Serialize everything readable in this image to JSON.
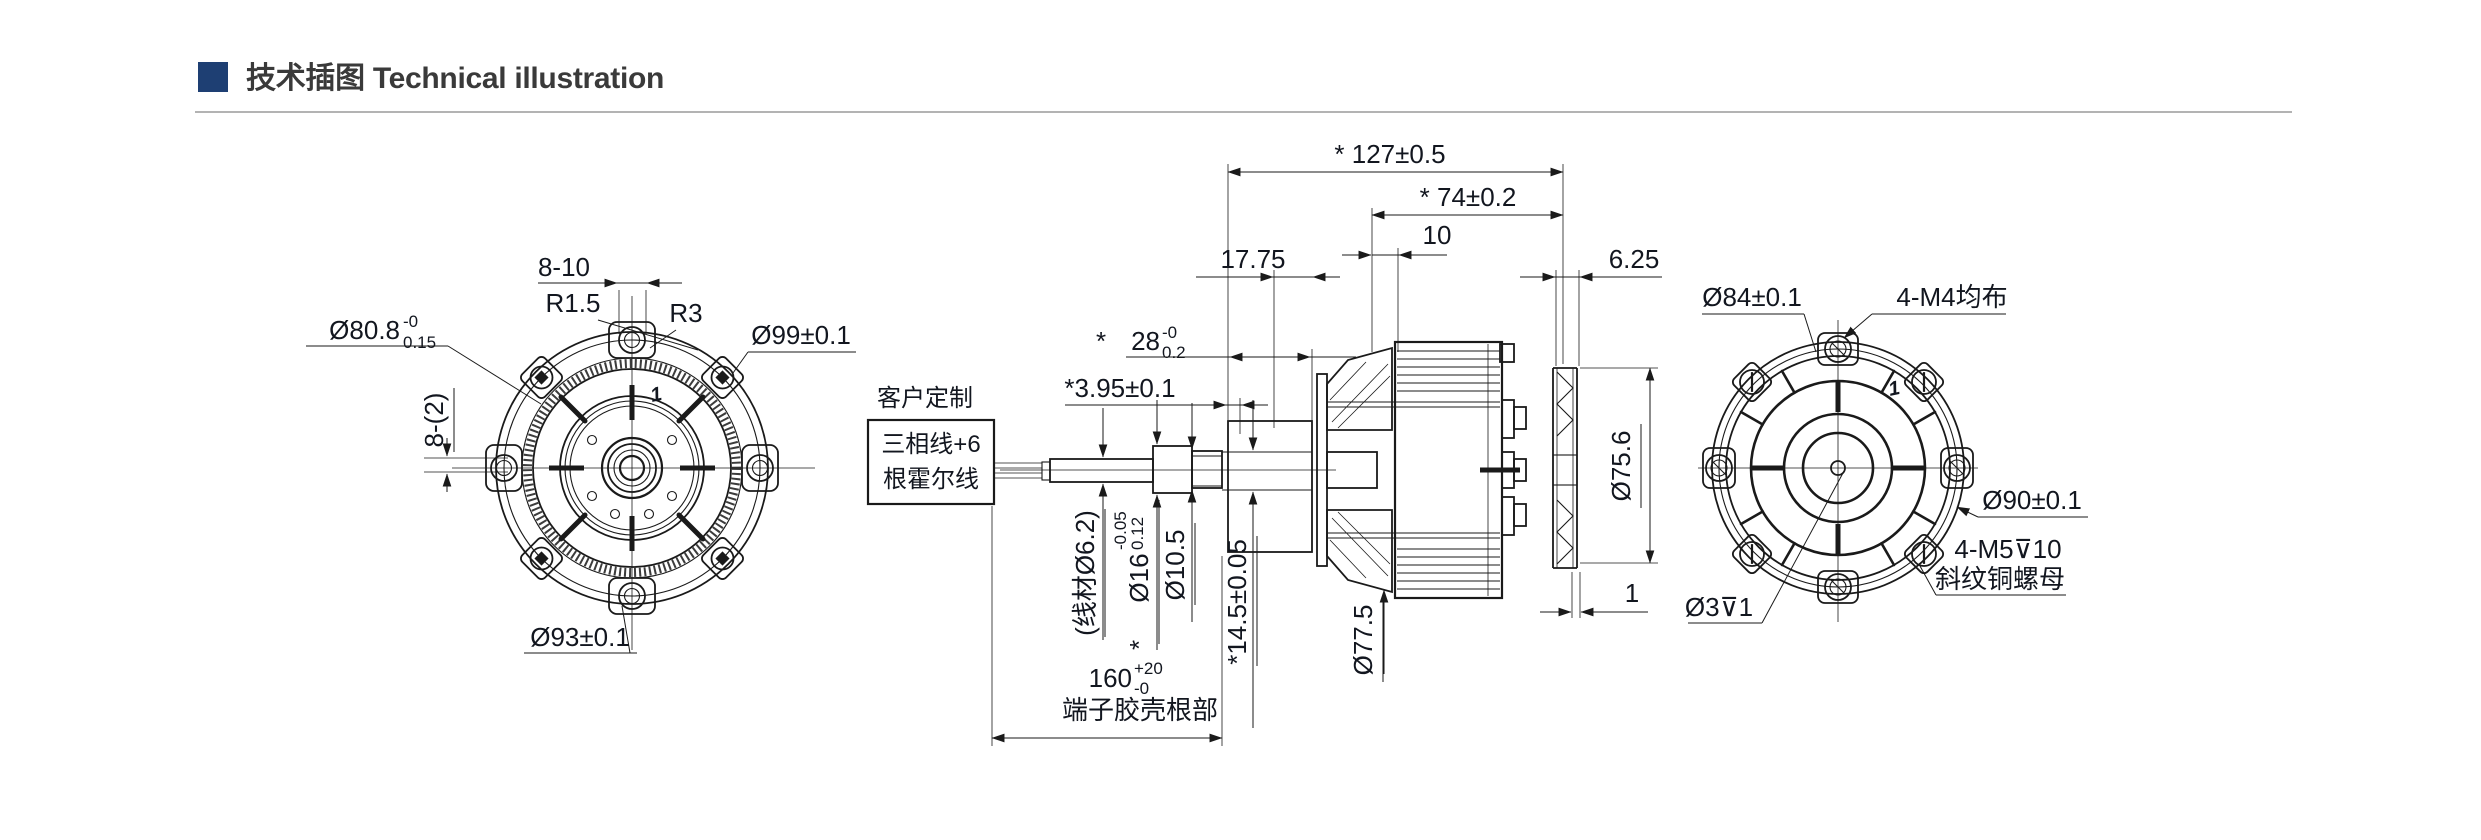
{
  "header": {
    "title": "技术插图 Technical illustration"
  },
  "colors": {
    "accent": "#1e3f73",
    "line": "#1a1a1a",
    "divider": "#9a9a9a"
  },
  "left_view": {
    "dim_8_10": "8-10",
    "dim_r1_5": "R1.5",
    "dim_r3": "R3",
    "dim_d99": "Ø99±0.1",
    "dim_d80_8": {
      "main": "Ø80.8",
      "sup": "-0",
      "sub": "0.15"
    },
    "dim_8_2": "8-(2)",
    "dim_d93": "Ø93±0.1",
    "mark_1": "1"
  },
  "middle_view": {
    "custom_label": "客户定制",
    "box_line1": "三相线+6",
    "box_line2": "根霍尔线",
    "dim_127": "* 127±0.5",
    "dim_74": "* 74±0.2",
    "dim_10": "10",
    "dim_17_75": "17.75",
    "dim_6_25": "6.25",
    "dim_28": {
      "star": "*",
      "main": "28",
      "sup": "-0",
      "sub": "0.2"
    },
    "dim_3_95": "*3.95±0.1",
    "dim_wire": "(线材Ø6.2)",
    "dim_d16": {
      "star": "*",
      "main": "Ø16",
      "sup": "-0.05",
      "sub": "0.12"
    },
    "dim_d10_5": "Ø10.5",
    "dim_14_5": "*14.5±0.05",
    "dim_d75_6": "Ø75.6",
    "dim_d77_5": "Ø77.5",
    "dim_1": "1",
    "dim_160": {
      "main": "160",
      "sup": "+20",
      "sub": "-0"
    },
    "dim_160_note": "端子胶壳根部"
  },
  "right_view": {
    "dim_d84": "Ø84±0.1",
    "dim_4m4": "4-M4均布",
    "dim_d90": "Ø90±0.1",
    "dim_4m5": "4-M5⊽10",
    "dim_4m5_note": "斜纹铜螺母",
    "dim_d3": "Ø3⊽1",
    "mark_1": "1"
  }
}
